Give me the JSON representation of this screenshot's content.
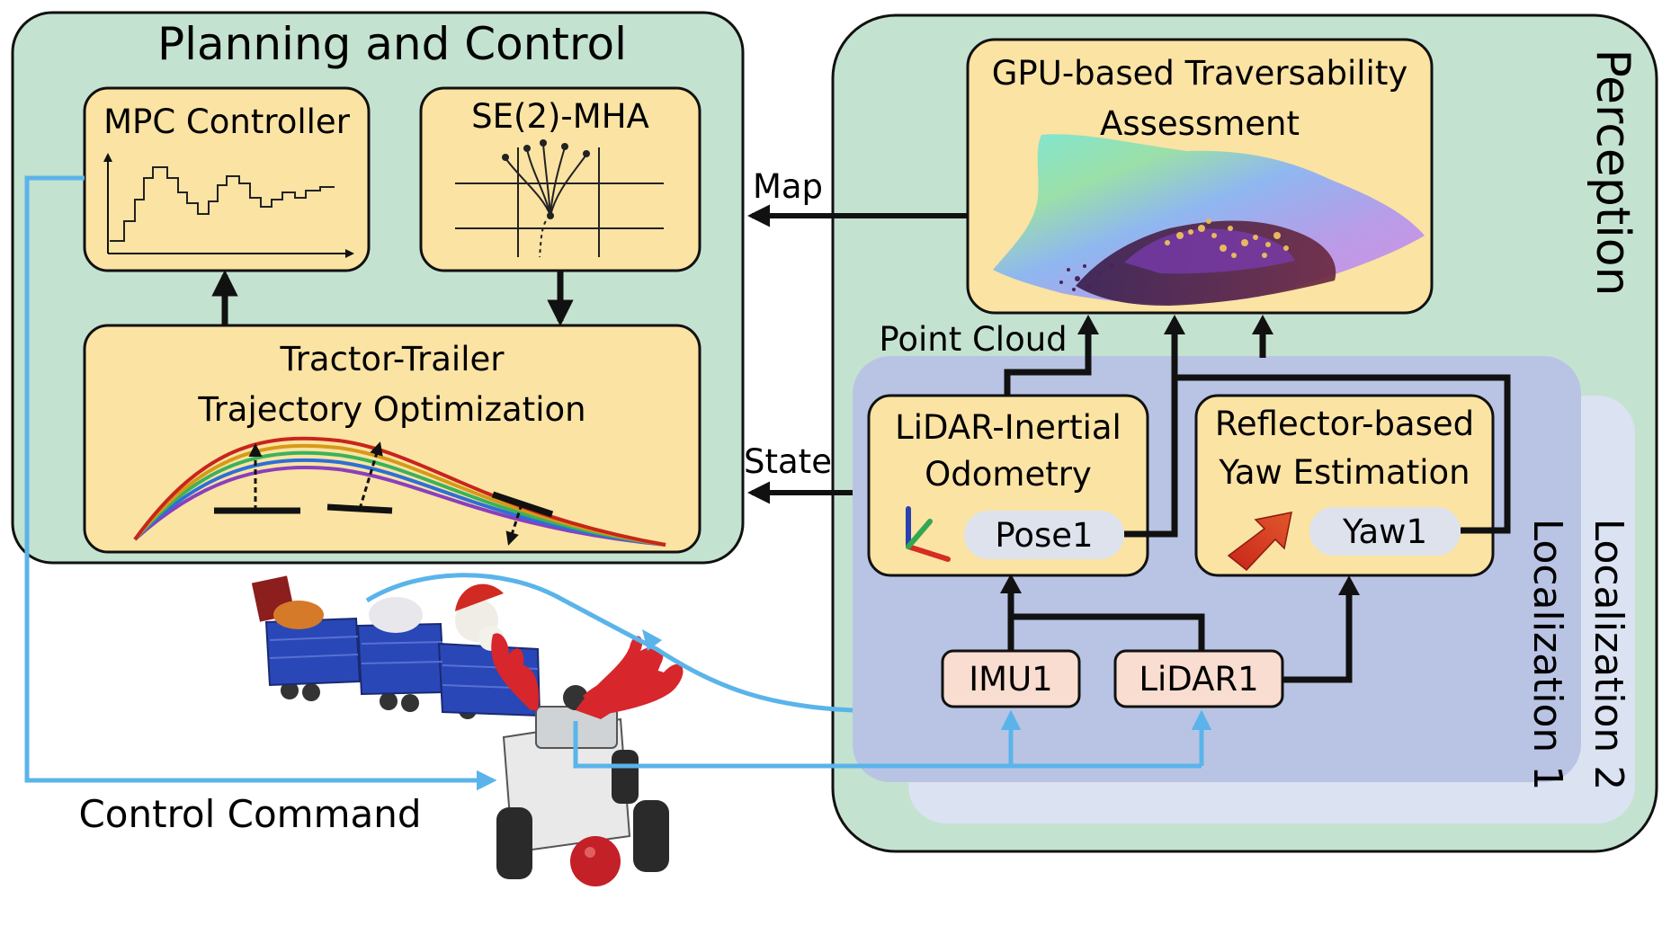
{
  "planning": {
    "title": "Planning and Control",
    "mpc_title": "MPC Controller",
    "se2_title": "SE(2)-MHA",
    "traj_line1": "Tractor-Trailer",
    "traj_line2": "Trajectory Optimization"
  },
  "perception": {
    "title": "Perception",
    "gpu_line1": "GPU-based Traversability",
    "gpu_line2": "Assessment"
  },
  "localization": {
    "outer_label": "Localization 2",
    "inner_label": "Localization 1",
    "lio_line1": "LiDAR-Inertial",
    "lio_line2": "Odometry",
    "pose_label": "Pose1",
    "reflector_line1": "Reflector-based",
    "reflector_line2": "Yaw Estimation",
    "yaw_label": "Yaw1",
    "imu_label": "IMU1",
    "lidar_label": "LiDAR1"
  },
  "connections": {
    "map_label": "Map",
    "state_label": "State",
    "point_cloud_label": "Point Cloud",
    "control_command_label": "Control Command"
  },
  "colors": {
    "green_panel": "#c4e2d0",
    "yellow_box": "#fbe3a3",
    "blue_panel": "#b9c4e4",
    "light_blue_panel": "#dbe2f2",
    "sensor_box": "#f8ddd0",
    "pill": "#dde2ec",
    "blue_line": "#5ab4ea",
    "dark": "#111111"
  }
}
